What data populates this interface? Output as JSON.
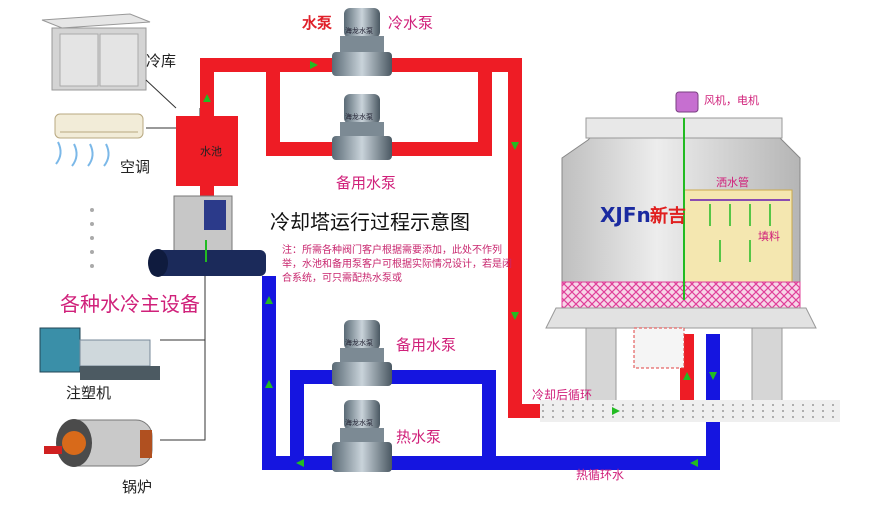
{
  "title": "冷却塔运行过程示意图",
  "note": "注：所需各种阀门客户根据需要添加，此处不作列举，水池和备用泵客户可根据实际情况设计，若是闭合系统，可只需配热水泵或",
  "labels": {
    "water_pump": "水泵",
    "cold_pump": "冷水泵",
    "spare_pump_top": "备用水泵",
    "spare_pump_bottom": "备用水泵",
    "hot_pump": "热水泵",
    "pool": "水池",
    "cold_storage": "冷库",
    "ac": "空调",
    "main_equipment": "各种水冷主设备",
    "injection_machine": "注塑机",
    "boiler": "锅炉",
    "fan_motor": "风机，电机",
    "sprinkler_pipe": "洒水管",
    "filler": "填料",
    "cooled_return": "冷却后循环",
    "hot_return": "热循环水",
    "brand": "XJFn",
    "brand_cn": "新吉",
    "pump_plate": "海龙水泵"
  },
  "colors": {
    "hot_pipe": "#ee1c25",
    "cold_pipe": "#1515e0",
    "flow_arrow": "#22bb22",
    "tower_body": "#d8d8d8",
    "filler": "#f4e7b0",
    "fence": "#e0409a"
  }
}
